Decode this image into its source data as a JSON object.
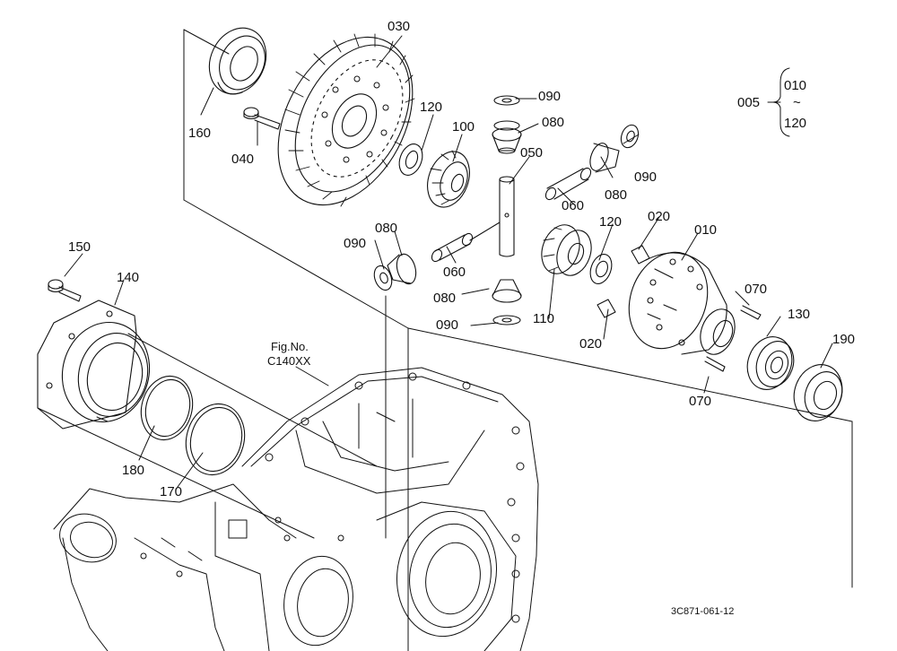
{
  "parts": [
    {
      "id": "p005",
      "label": "005"
    },
    {
      "id": "p010a",
      "label": "010"
    },
    {
      "id": "tilde",
      "label": "~"
    },
    {
      "id": "p120a",
      "label": "120"
    },
    {
      "id": "p030",
      "label": "030"
    },
    {
      "id": "p160",
      "label": "160"
    },
    {
      "id": "p040",
      "label": "040"
    },
    {
      "id": "p120b",
      "label": "120"
    },
    {
      "id": "p100",
      "label": "100"
    },
    {
      "id": "p090a",
      "label": "090"
    },
    {
      "id": "p080a",
      "label": "080"
    },
    {
      "id": "p050",
      "label": "050"
    },
    {
      "id": "p080b",
      "label": "080"
    },
    {
      "id": "p090b",
      "label": "090"
    },
    {
      "id": "p060a",
      "label": "060"
    },
    {
      "id": "p090c",
      "label": "090"
    },
    {
      "id": "p080c",
      "label": "080"
    },
    {
      "id": "p060b",
      "label": "060"
    },
    {
      "id": "p080d",
      "label": "080"
    },
    {
      "id": "p090d",
      "label": "090"
    },
    {
      "id": "p110",
      "label": "110"
    },
    {
      "id": "p120c",
      "label": "120"
    },
    {
      "id": "p020a",
      "label": "020"
    },
    {
      "id": "p010b",
      "label": "010"
    },
    {
      "id": "p070a",
      "label": "070"
    },
    {
      "id": "p130",
      "label": "130"
    },
    {
      "id": "p190",
      "label": "190"
    },
    {
      "id": "p020b",
      "label": "020"
    },
    {
      "id": "p070b",
      "label": "070"
    },
    {
      "id": "p150",
      "label": "150"
    },
    {
      "id": "p140",
      "label": "140"
    },
    {
      "id": "p180",
      "label": "180"
    },
    {
      "id": "p170",
      "label": "170"
    }
  ],
  "fig_ref": {
    "line1": "Fig.No.",
    "line2": "C140XX"
  },
  "diagram_code": "3C871-061-12"
}
